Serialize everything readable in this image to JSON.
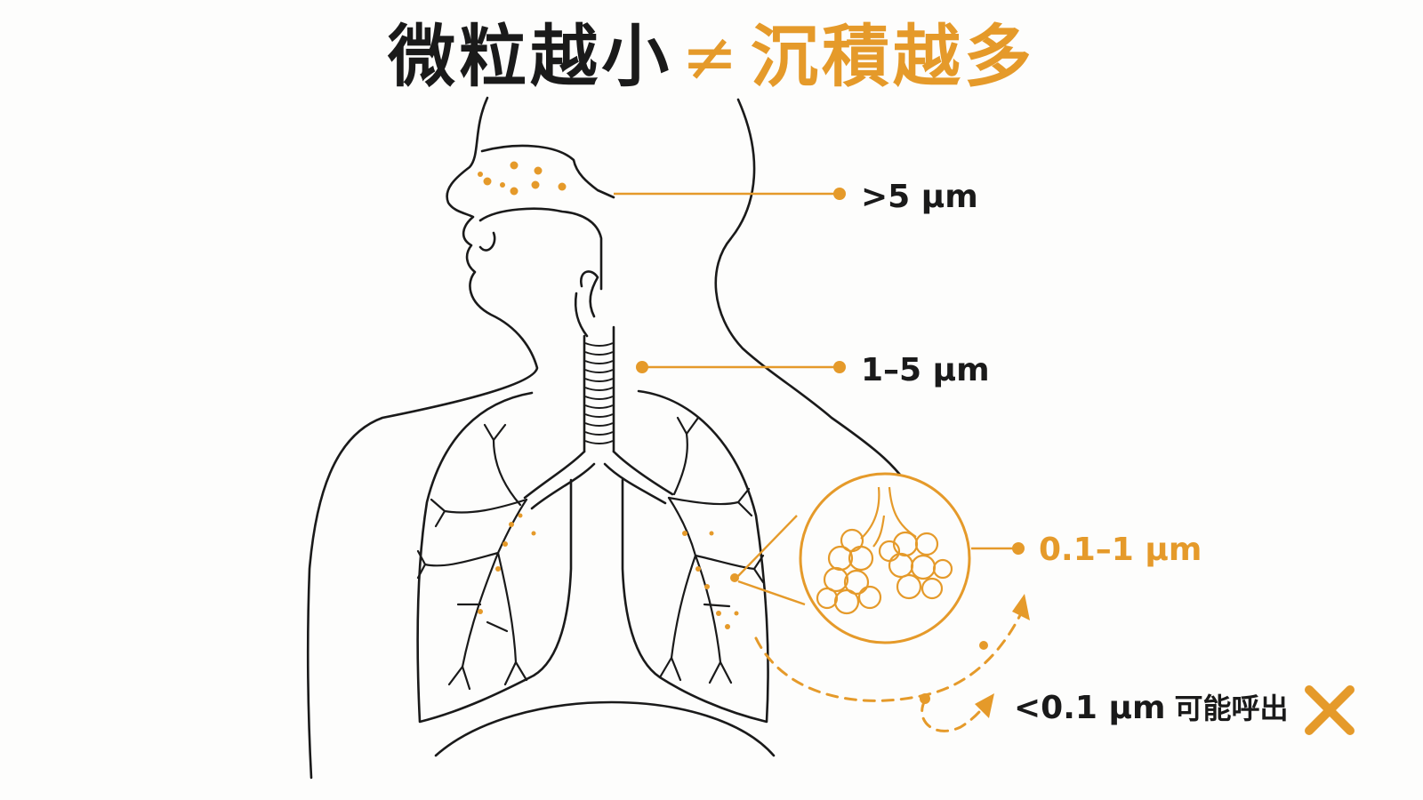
{
  "title": {
    "part1": "微粒越小",
    "neq": "≠",
    "part2": "沉積越多"
  },
  "labels": {
    "nasal": ">5 μm",
    "trachea": "1–5 μm",
    "alveoli": "0.1–1 μm",
    "exhaled_size": "<0.1 μm",
    "exhaled_note": "可能呼出"
  },
  "colors": {
    "accent": "#e59a2a",
    "ink": "#1a1a1a",
    "background": "#fdfdfc"
  },
  "icons": {
    "exhale_mark": "x-mark-icon"
  }
}
